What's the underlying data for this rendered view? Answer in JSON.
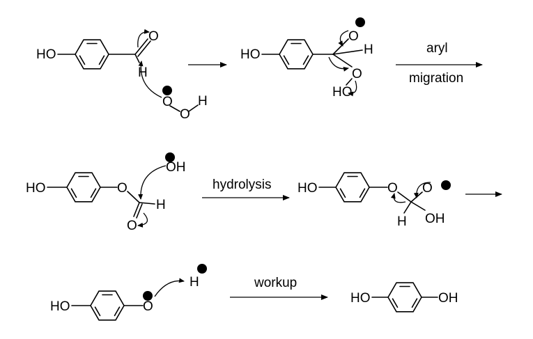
{
  "labels": {
    "ho": "HO",
    "oh": "OH",
    "o": "O",
    "h": "H"
  },
  "arrows": {
    "aryl": "aryl",
    "migration": "migration",
    "hydrolysis": "hydrolysis",
    "workup": "workup"
  },
  "charges": {
    "minus": "negative-charge",
    "plus": "positive-charge"
  }
}
